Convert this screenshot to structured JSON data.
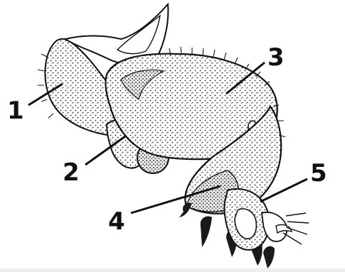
{
  "labels": {
    "l1": "1",
    "l2": "2",
    "l3": "3",
    "l4": "4",
    "l5": "5"
  },
  "colors": {
    "ink": "#111111",
    "paper": "#ffffff",
    "shade": "#d8d8d8",
    "claw": "#1a1a1a",
    "bottom_band": "#f3ece6"
  },
  "icons": {
    "anatomy": "insect-leg-drawing"
  }
}
